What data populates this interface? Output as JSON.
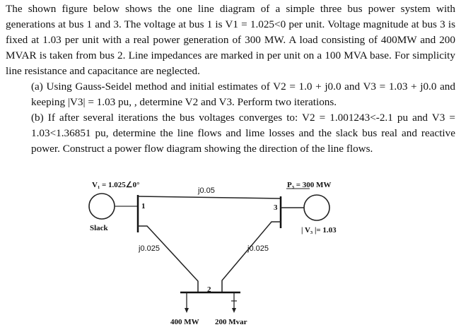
{
  "problem": {
    "intro": "The shown figure below shows the one line diagram of a simple three bus power system with generations at bus 1 and 3. The voltage at bus 1 is V1 = 1.025<0 per unit. Voltage  magnitude at bus 3 is fixed at 1.03 per unit with a real power generation of  300 MW. A load consisting of 400MW and 200 MVAR is taken from bus 2. Line impedances are marked in per unit on a 100 MVA base. For simplicity line resistance and capacitance are neglected.",
    "part_a": "(a) Using Gauss-Seidel method and initial estimates of V2 = 1.0  +  j0.0 and V3 = 1.03 + j0.0 and keeping |V3| = 1.03 pu, , determine V2 and V3. Perform two iterations.",
    "part_b": "(b) If after several iterations the bus voltages converges to: V2 = 1.001243<-2.1 pu and V3 = 1.03<1.36851 pu, determine the line flows and lime losses and the slack bus real and reactive power. Construct a power flow diagram showing the direction of the line flows."
  },
  "diagram": {
    "v1_label": "V₁ = 1.025∠0°",
    "slack_label": "Slack",
    "bus1_label": "1",
    "bus2_label": "2",
    "bus3_label": "3",
    "line13_label": "j0.05",
    "line12_label": "j0.025",
    "line32_label": "j0.025",
    "p3_label": "P₃ = 300 MW",
    "v3_label": "| V₃ |= 1.03",
    "load_p_label": "400 MW",
    "load_q_label": "200 Mvar"
  }
}
